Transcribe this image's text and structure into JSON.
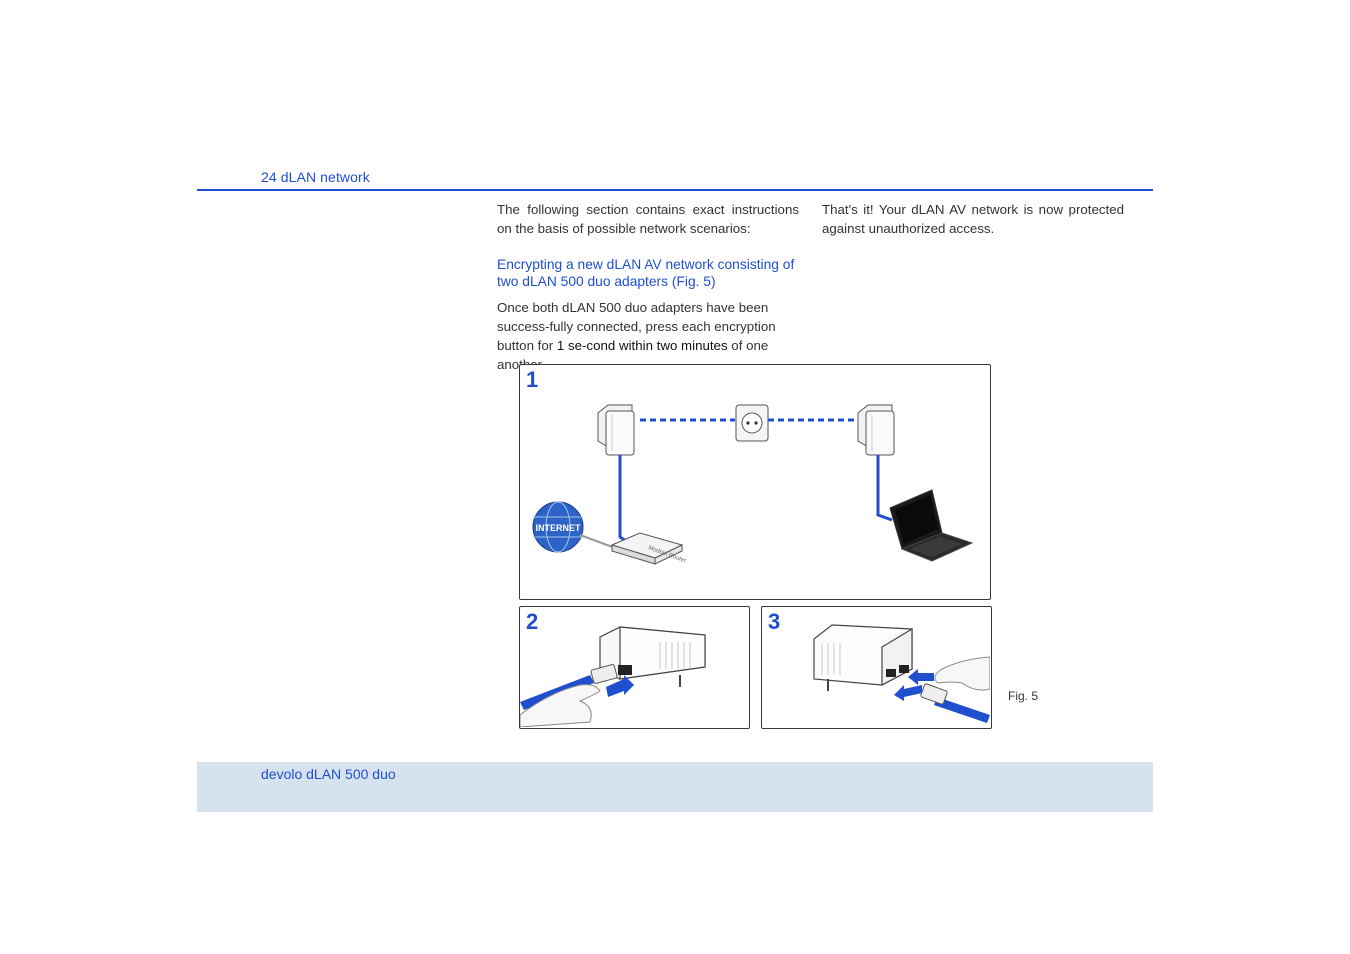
{
  "header": {
    "running_title": "24 dLAN network"
  },
  "left_column": {
    "intro": "The following section contains exact instructions on the basis of possible network scenarios:",
    "heading": "Encrypting a new dLAN AV network consisting of two dLAN 500 duo adapters (Fig. 5)",
    "para_part1": "Once both dLAN 500 duo adapters have been success-fully connected, press each encryption button for ",
    "para_bold": "1 se-cond within two minutes",
    "para_part2": " of one another."
  },
  "right_column": {
    "text": "That's it! Your dLAN AV network is now protected against unauthorized access."
  },
  "figure": {
    "panels": [
      {
        "number": "1"
      },
      {
        "number": "2"
      },
      {
        "number": "3"
      }
    ],
    "internet_label": "INTERNET",
    "router_label": "Modem Router",
    "caption": "Fig. 5"
  },
  "footer": {
    "product": "devolo dLAN 500 duo"
  },
  "colors": {
    "accent_blue": "#1f4fcf",
    "footer_bg": "#d6e3ee"
  }
}
